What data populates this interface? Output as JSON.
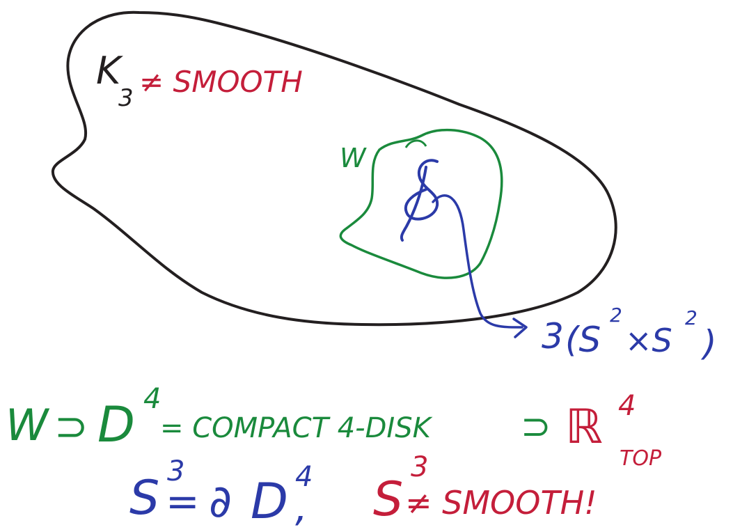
{
  "colors": {
    "black": "#231f20",
    "red": "#c41e3a",
    "green": "#1a8a3c",
    "blue": "#2b3aa8"
  },
  "labels": {
    "k3_base": "K",
    "k3_sub": "3",
    "neq_smooth": "≠ SMOOTH",
    "w_label": "W",
    "blob_label_num": "3",
    "blob_label_a": "(S",
    "blob_sup1": "2",
    "blob_label_b": "×S",
    "blob_sup2": "2",
    "blob_label_c": ")"
  },
  "equation1": {
    "w": "W",
    "supset1": "⊃",
    "d": "D",
    "d_sup": "4",
    "eq_text": "= COMPACT 4-DISK",
    "supset2": "⊃",
    "r": "ℝ",
    "r_sup": "4",
    "r_sub": "TOP"
  },
  "equation2": {
    "s": "S",
    "s_sup": "3",
    "eq": "=",
    "partial": "∂",
    "d": "D",
    "d_sup": "4",
    "comma": ",",
    "s2": "S",
    "s2_sup": "3",
    "neq_smooth": "≠ SMOOTH!"
  }
}
